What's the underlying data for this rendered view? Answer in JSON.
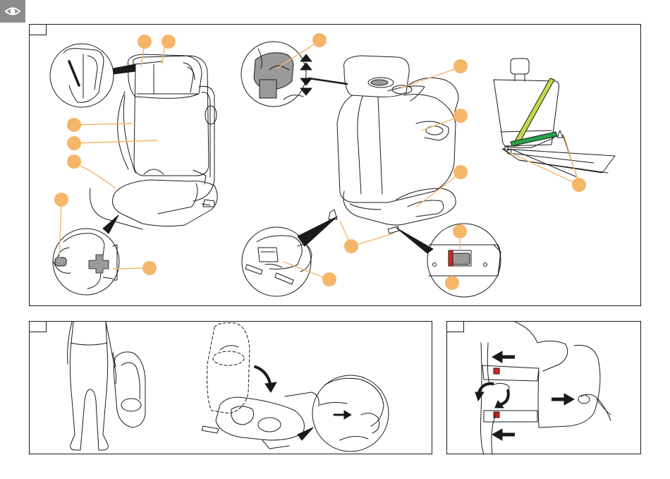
{
  "toolbar": {
    "icon": "eye-icon"
  },
  "colors": {
    "callout": "#f5b66a",
    "belt_diagonal": "#c8d84a",
    "belt_lap": "#2aa24a",
    "latch_red": "#e02020",
    "corner_badge": "#8c8c8c",
    "line": "#1a1a1a",
    "shade": "#9a9a9a"
  },
  "panels": [
    {
      "id": "overview",
      "callouts": 15
    },
    {
      "id": "carry-and-fold",
      "callouts": 0
    },
    {
      "id": "isofix-release",
      "callouts": 0
    }
  ],
  "icons": [
    "arrow-up-icon",
    "arrow-down-icon",
    "arrow-right-icon",
    "arrow-left-icon",
    "rotate-arrows-icon",
    "curved-arrow-icon"
  ]
}
